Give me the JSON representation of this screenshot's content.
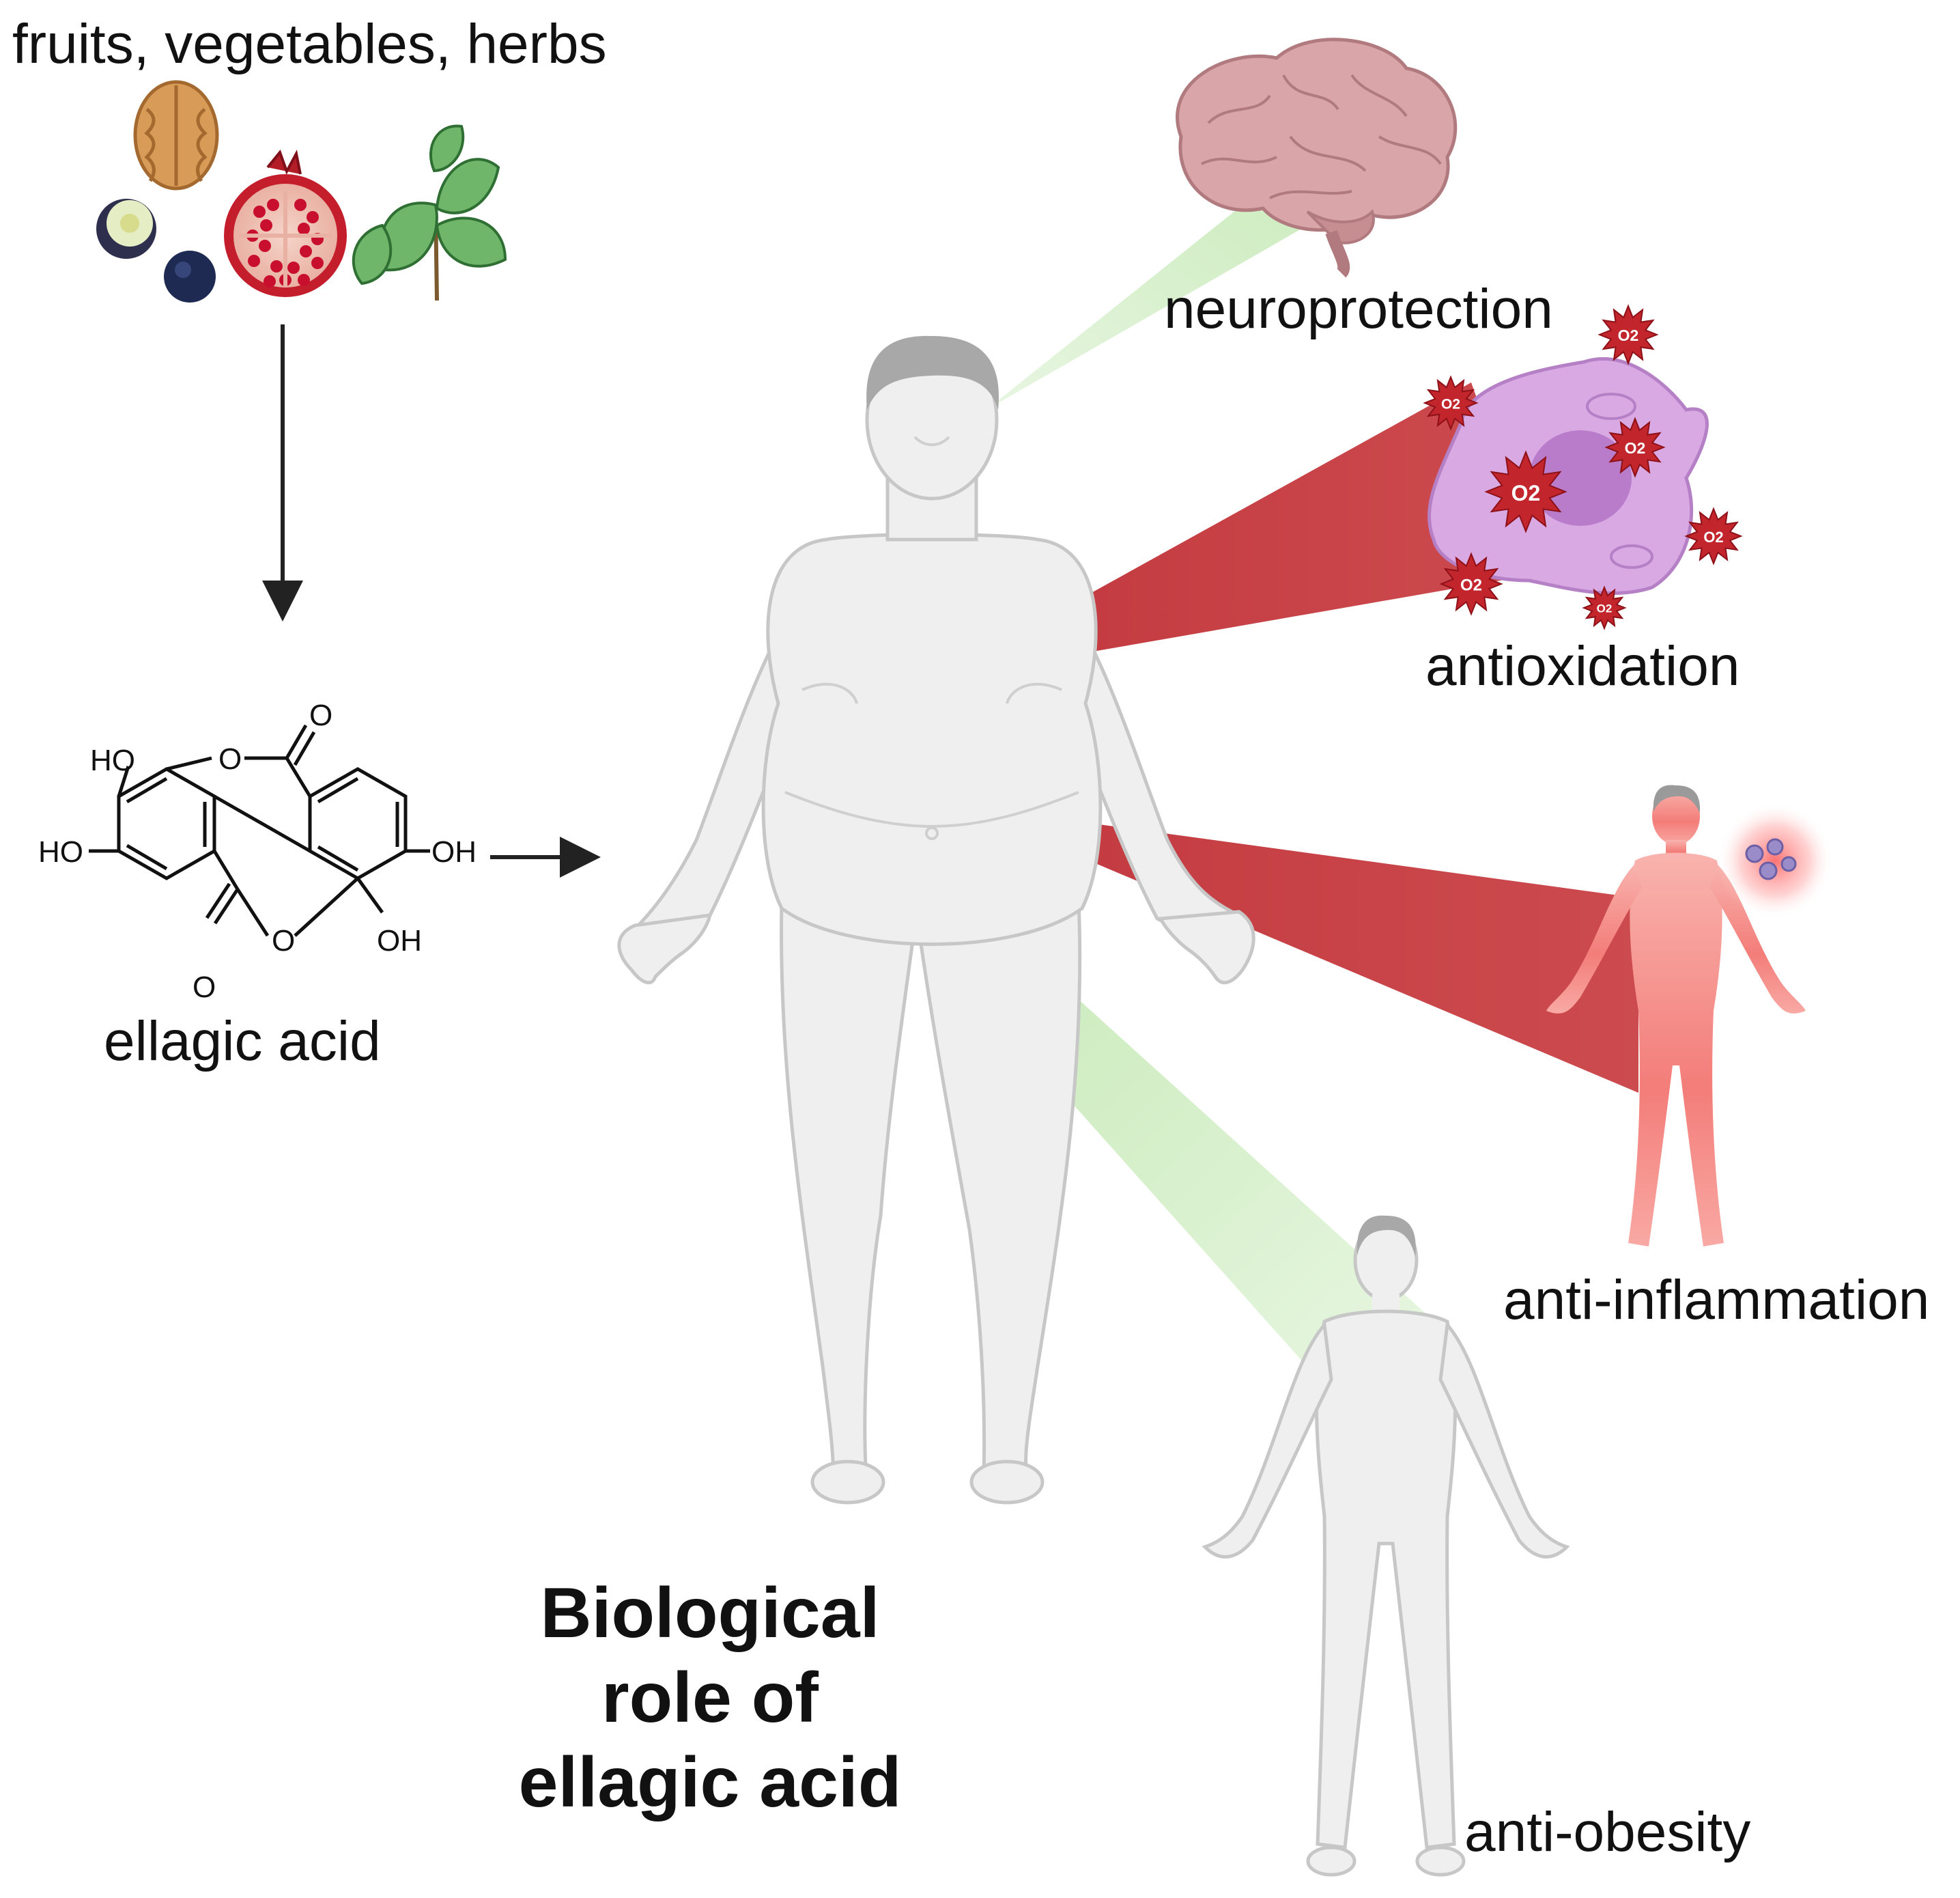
{
  "sources": {
    "label": "fruits, vegetables, herbs",
    "icons": [
      "walnut-icon",
      "fig-icon",
      "blueberry-icon",
      "pomegranate-icon",
      "herb-leaf-icon"
    ]
  },
  "compound": {
    "name": "ellagic acid",
    "atoms": {
      "o_top": "O",
      "o_ring_top": "O",
      "ho_top": "HO",
      "ho_left": "HO",
      "oh_right": "OH",
      "oh_bottom": "OH",
      "o_ring_bottom": "O",
      "o_bottom": "O"
    }
  },
  "effects": {
    "neuroprotection": "neuroprotection",
    "antioxidation": "antioxidation",
    "anti_inflammation": "anti-inflammation",
    "anti_obesity": "anti-obesity"
  },
  "ros_label": "O2",
  "title": {
    "line1": "Biological",
    "line2": "role of",
    "line3": "ellagic acid"
  },
  "colors": {
    "beam_red": "#c63e43",
    "beam_green": "#d6f0cc",
    "body": "#efefef",
    "cell": "#d9a9e3",
    "ros": "#c3252d",
    "inflamed": "#f47f7b"
  }
}
